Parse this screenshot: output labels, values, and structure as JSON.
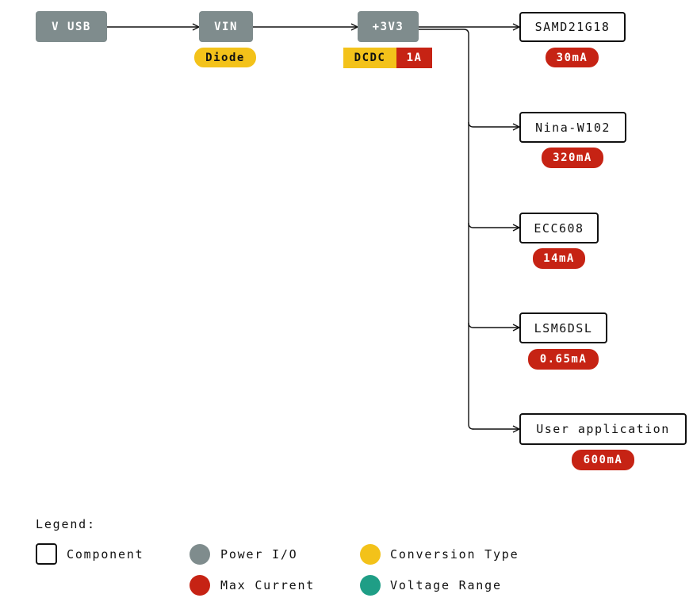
{
  "colors": {
    "power_io": "#7f8c8d",
    "max_current": "#c62314",
    "conversion_type": "#f3c21a",
    "voltage_range": "#1f9e86",
    "line": "#111111"
  },
  "power_nodes": {
    "vusb": "V USB",
    "vin": "VIN",
    "v3v3": "+3V3"
  },
  "conversions": {
    "vin": "Diode",
    "v3v3_type": "DCDC",
    "v3v3_current": "1A"
  },
  "components": [
    {
      "name": "SAMD21G18",
      "current": "30mA"
    },
    {
      "name": "Nina-W102",
      "current": "320mA"
    },
    {
      "name": "ECC608",
      "current": "14mA"
    },
    {
      "name": "LSM6DSL",
      "current": "0.65mA"
    },
    {
      "name": "User application",
      "current": "600mA"
    }
  ],
  "legend": {
    "title": "Legend:",
    "component": "Component",
    "power_io": "Power I/O",
    "conversion_type": "Conversion Type",
    "max_current": "Max Current",
    "voltage_range": "Voltage Range"
  }
}
